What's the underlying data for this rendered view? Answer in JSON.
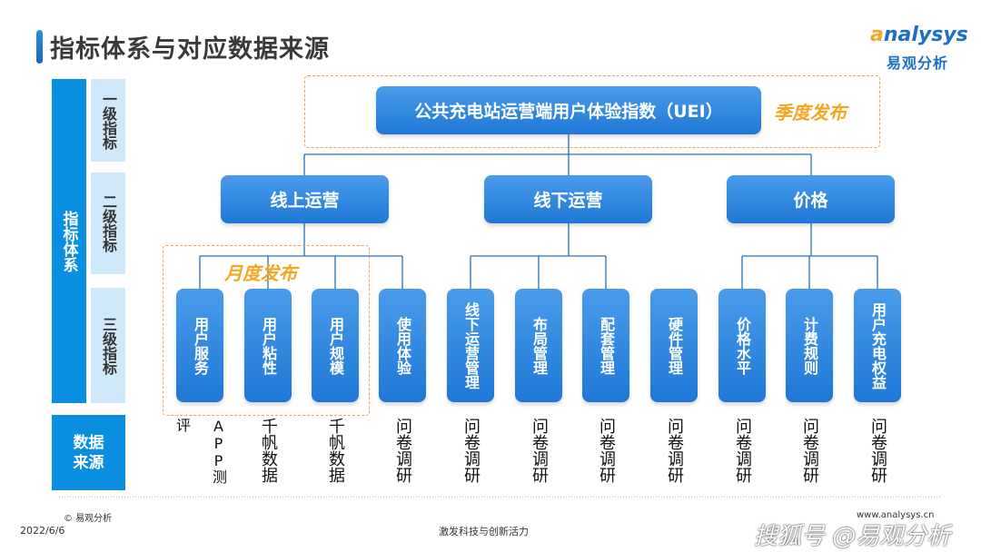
{
  "title": "指标体系与对应数据来源",
  "logo": {
    "brand": "analysys",
    "cn": "易观分析"
  },
  "left": {
    "system": "指标体系",
    "l1": "一级指标",
    "l2": "二级指标",
    "l3": "三级指标",
    "source": "数据来源"
  },
  "level1": {
    "label": "公共充电站运营端用户体验指数（UEI）",
    "release": "季度发布"
  },
  "level2": [
    "线上运营",
    "线下运营",
    "价格"
  ],
  "monthly_release": "月度发布",
  "level3": [
    {
      "label": "用户服务",
      "source": "APP测评"
    },
    {
      "label": "用户粘性",
      "source": "千帆数据"
    },
    {
      "label": "用户规模",
      "source": "千帆数据"
    },
    {
      "label": "使用体验",
      "source": "问卷调研"
    },
    {
      "label": "线下运营管理",
      "source": "问卷调研"
    },
    {
      "label": "布局管理",
      "source": "问卷调研"
    },
    {
      "label": "配套管理",
      "source": "问卷调研"
    },
    {
      "label": "硬件管理",
      "source": "问卷调研"
    },
    {
      "label": "价格水平",
      "source": "问卷调研"
    },
    {
      "label": "计费规则",
      "source": "问卷调研"
    },
    {
      "label": "用户充电权益",
      "source": "问卷调研"
    }
  ],
  "footer": {
    "copyright": "© 易观分析",
    "date": "2022/6/6",
    "slogan": "激发科技与创新活力",
    "url": "www.analysys.cn",
    "watermark": "搜狐号 @易观分析"
  }
}
